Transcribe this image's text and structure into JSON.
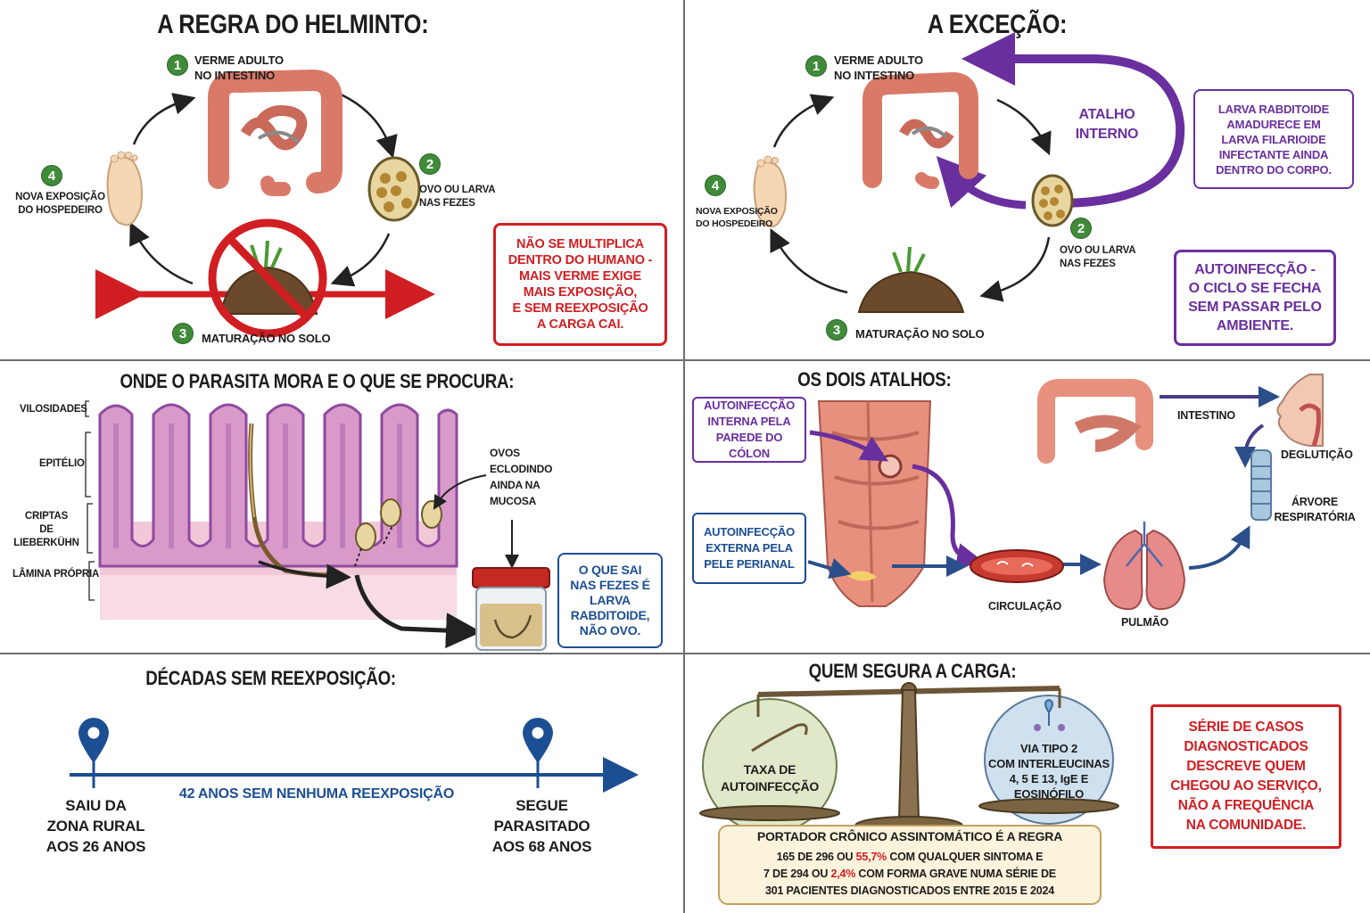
{
  "panel1": {
    "title": "A REGRA DO HELMINTO:",
    "step1": {
      "num": "1",
      "line1": "VERME ADULTO",
      "line2": "NO INTESTINO"
    },
    "step2": {
      "num": "2",
      "line1": "OVO OU LARVA",
      "line2": "NAS FEZES"
    },
    "step3": {
      "num": "3",
      "text": "MATURAÇÃO NO SOLO"
    },
    "step4": {
      "num": "4",
      "line1": "NOVA EXPOSIÇÃO",
      "line2": "DO HOSPEDEIRO"
    },
    "note": [
      "NÃO SE MULTIPLICA",
      "DENTRO DO HUMANO -",
      "MAIS VERME EXIGE",
      "MAIS EXPOSIÇÃO,",
      "E SEM REEXPOSIÇÃO",
      "A CARGA CAI."
    ]
  },
  "panel2": {
    "title": "A EXCEÇÃO:",
    "step1": {
      "num": "1",
      "line1": "VERME ADULTO",
      "line2": "NO INTESTINO"
    },
    "shortcut": [
      "ATALHO",
      "INTERNO"
    ],
    "step2": {
      "num": "2",
      "line1": "OVO OU LARVA",
      "line2": "NAS FEZES"
    },
    "step3": {
      "num": "3",
      "text": "MATURAÇÃO NO SOLO"
    },
    "step4": {
      "num": "4",
      "line1": "NOVA EXPOSIÇÃO",
      "line2": "DO HOSPEDEIRO"
    },
    "note1": [
      "LARVA RABDITOIDE",
      "AMADURECE EM",
      "LARVA FILARIOIDE",
      "INFECTANTE AINDA",
      "DENTRO DO CORPO."
    ],
    "note2": [
      "AUTOINFECÇÃO -",
      "O CICLO SE FECHA",
      "SEM PASSAR PELO",
      "AMBIENTE."
    ]
  },
  "panel3": {
    "title": "ONDE O PARASITA MORA E O QUE SE PROCURA:",
    "layers": [
      "VILOSIDADES",
      "EPITÉLIO",
      "CRIPTAS",
      "DE LIEBERKÜHN",
      "LÂMINA PRÓPRIA"
    ],
    "eggs": [
      "OVOS",
      "ECLODINDO",
      "AINDA NA",
      "MUCOSA"
    ],
    "note": [
      "O QUE SAI",
      "NAS FEZES É",
      "LARVA",
      "RABDITOIDE,",
      "NÃO OVO."
    ]
  },
  "panel4": {
    "title": "OS DOIS ATALHOS:",
    "internal": [
      "AUTOINFECÇÃO",
      "INTERNA PELA",
      "PAREDE DO CÓLON"
    ],
    "external": [
      "AUTOINFECÇÃO",
      "EXTERNA PELA",
      "PELE PERIANAL"
    ],
    "intestine": "INTESTINO",
    "swallow": "DEGLUTIÇÃO",
    "airway": [
      "ÁRVORE",
      "RESPIRATÓRIA"
    ],
    "circulation": "CIRCULAÇÃO",
    "lung": "PULMÃO"
  },
  "panel5": {
    "title": "DÉCADAS SEM REEXPOSIÇÃO:",
    "left": [
      "SAIU DA",
      "ZONA RURAL",
      "AOS 26 ANOS"
    ],
    "middle": "42 ANOS SEM NENHUMA REEXPOSIÇÃO",
    "right": [
      "SEGUE",
      "PARASITADO",
      "AOS 68 ANOS"
    ]
  },
  "panel6": {
    "title": "QUEM SEGURA A CARGA:",
    "left_pan": [
      "TAXA DE",
      "AUTOINFECÇÃO"
    ],
    "right_pan": [
      "VIA TIPO 2",
      "COM INTERLEUCINAS",
      "4, 5 E 13, IgE E",
      "EOSINÓFILO"
    ],
    "summary_title": "PORTADOR CRÔNICO ASSINTOMÁTICO É A REGRA",
    "summary_l1a": "165 DE 296 OU ",
    "summary_l1b": "55,7%",
    "summary_l1c": " COM QUALQUER SINTOMA E",
    "summary_l2a": "7 DE 294 OU ",
    "summary_l2b": "2,4%",
    "summary_l2c": " COM FORMA GRAVE NUMA SÉRIE DE",
    "summary_l3": "301 PACIENTES DIAGNOSTICADOS ENTRE 2015 E 2024",
    "note": [
      "SÉRIE DE CASOS",
      "DIAGNOSTICADOS",
      "DESCREVE QUEM",
      "CHEGOU AO SERVIÇO,",
      "NÃO A FREQUÊNCIA",
      "NA COMUNIDADE."
    ]
  },
  "colors": {
    "green": "#3f8b3a",
    "red": "#d11e22",
    "blue": "#1c4e93",
    "purple": "#6a2f9e",
    "intestine": "#e8907e"
  }
}
